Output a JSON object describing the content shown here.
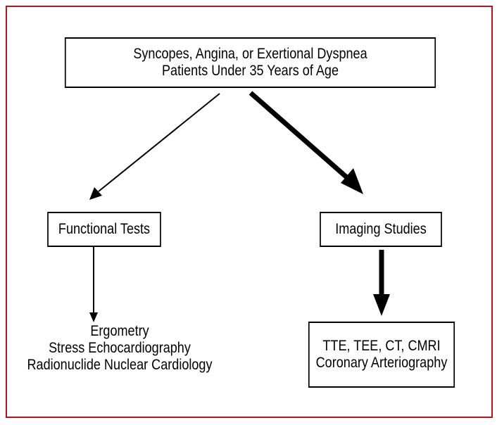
{
  "colors": {
    "frame": "#b8141e",
    "ink": "#000000",
    "background": "#ffffff"
  },
  "nodes": {
    "top": {
      "line1": "Syncopes, Angina, or Exertional Dyspnea",
      "line2": "Patients Under 35 Years of Age"
    },
    "functional": {
      "label": "Functional Tests"
    },
    "imaging": {
      "label": "Imaging Studies"
    },
    "functional_results": {
      "line1": "Ergometry",
      "line2": "Stress Echocardiography",
      "line3": "Radionuclide Nuclear Cardiology"
    },
    "imaging_results": {
      "line1": "TTE, TEE, CT, CMRI",
      "line2": "Coronary Arteriography"
    }
  },
  "edges": [
    {
      "from": "top",
      "to": "functional",
      "weight": "thin"
    },
    {
      "from": "top",
      "to": "imaging",
      "weight": "thick"
    },
    {
      "from": "functional",
      "to": "functional_results",
      "weight": "thin"
    },
    {
      "from": "imaging",
      "to": "imaging_results",
      "weight": "thick"
    }
  ]
}
